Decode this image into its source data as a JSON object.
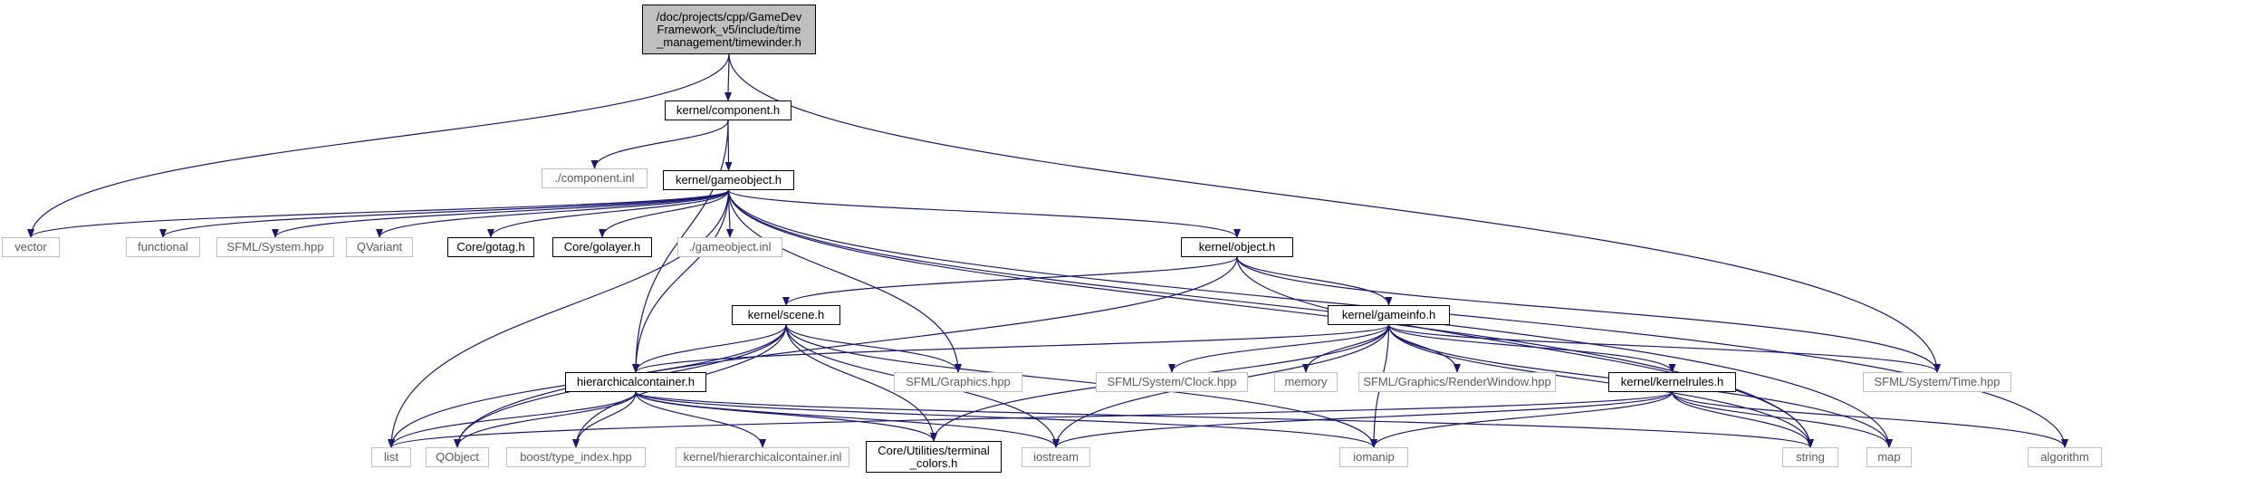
{
  "graph": {
    "edge_color": "#191970",
    "root_fill": "#bfbfbf",
    "external_border": "#bfbfbf",
    "nodes": {
      "root": {
        "label": "/doc/projects/cpp/GameDev\nFramework_v5/include/time\n_management/timewinder.h",
        "kind": "root"
      },
      "component_h": {
        "label": "kernel/component.h",
        "kind": "linked"
      },
      "component_inl": {
        "label": "./component.inl",
        "kind": "external"
      },
      "gameobject_h": {
        "label": "kernel/gameobject.h",
        "kind": "linked"
      },
      "vector": {
        "label": "vector",
        "kind": "external"
      },
      "functional": {
        "label": "functional",
        "kind": "external"
      },
      "sfml_system": {
        "label": "SFML/System.hpp",
        "kind": "external"
      },
      "qvariant": {
        "label": "QVariant",
        "kind": "external"
      },
      "gotag": {
        "label": "Core/gotag.h",
        "kind": "linked"
      },
      "golayer": {
        "label": "Core/golayer.h",
        "kind": "linked"
      },
      "gameobject_inl": {
        "label": "./gameobject.inl",
        "kind": "external"
      },
      "object_h": {
        "label": "kernel/object.h",
        "kind": "linked"
      },
      "scene_h": {
        "label": "kernel/scene.h",
        "kind": "linked"
      },
      "gameinfo_h": {
        "label": "kernel/gameinfo.h",
        "kind": "linked"
      },
      "sfml_graphics": {
        "label": "SFML/Graphics.hpp",
        "kind": "external"
      },
      "sfml_clock": {
        "label": "SFML/System/Clock.hpp",
        "kind": "external"
      },
      "memory": {
        "label": "memory",
        "kind": "external"
      },
      "renderwindow": {
        "label": "SFML/Graphics/RenderWindow.hpp",
        "kind": "external"
      },
      "sfml_time": {
        "label": "SFML/System/Time.hpp",
        "kind": "external"
      },
      "hierarchical": {
        "label": "hierarchicalcontainer.h",
        "kind": "linked"
      },
      "kernelrules": {
        "label": "kernel/kernelrules.h",
        "kind": "linked"
      },
      "list": {
        "label": "list",
        "kind": "external"
      },
      "qobject": {
        "label": "QObject",
        "kind": "external"
      },
      "boost": {
        "label": "boost/type_index.hpp",
        "kind": "external"
      },
      "hier_inl": {
        "label": "kernel/hierarchicalcontainer.inl",
        "kind": "external"
      },
      "terminal": {
        "label": "Core/Utilities/terminal\n_colors.h",
        "kind": "linked"
      },
      "iostream": {
        "label": "iostream",
        "kind": "external"
      },
      "iomanip": {
        "label": "iomanip",
        "kind": "external"
      },
      "string": {
        "label": "string",
        "kind": "external"
      },
      "map": {
        "label": "map",
        "kind": "external"
      },
      "algorithm": {
        "label": "algorithm",
        "kind": "external"
      }
    },
    "edges": [
      [
        "root",
        "component_h"
      ],
      [
        "root",
        "vector"
      ],
      [
        "root",
        "sfml_time"
      ],
      [
        "component_h",
        "component_inl"
      ],
      [
        "component_h",
        "gameobject_h"
      ],
      [
        "component_h",
        "hierarchical"
      ],
      [
        "gameobject_h",
        "vector"
      ],
      [
        "gameobject_h",
        "functional"
      ],
      [
        "gameobject_h",
        "sfml_system"
      ],
      [
        "gameobject_h",
        "qvariant"
      ],
      [
        "gameobject_h",
        "gotag"
      ],
      [
        "gameobject_h",
        "golayer"
      ],
      [
        "gameobject_h",
        "gameobject_inl"
      ],
      [
        "gameobject_h",
        "object_h"
      ],
      [
        "gameobject_h",
        "list"
      ],
      [
        "gameobject_h",
        "sfml_graphics"
      ],
      [
        "gameobject_h",
        "hierarchical"
      ],
      [
        "gameobject_h",
        "string"
      ],
      [
        "gameobject_h",
        "map"
      ],
      [
        "gameobject_h",
        "algorithm"
      ],
      [
        "object_h",
        "scene_h"
      ],
      [
        "object_h",
        "gameinfo_h"
      ],
      [
        "object_h",
        "qobject"
      ],
      [
        "object_h",
        "sfml_time"
      ],
      [
        "object_h",
        "string"
      ],
      [
        "scene_h",
        "list"
      ],
      [
        "scene_h",
        "qobject"
      ],
      [
        "scene_h",
        "sfml_graphics"
      ],
      [
        "scene_h",
        "hierarchical"
      ],
      [
        "scene_h",
        "boost"
      ],
      [
        "scene_h",
        "terminal"
      ],
      [
        "scene_h",
        "iostream"
      ],
      [
        "scene_h",
        "iomanip"
      ],
      [
        "gameinfo_h",
        "hierarchical"
      ],
      [
        "gameinfo_h",
        "sfml_clock"
      ],
      [
        "gameinfo_h",
        "memory"
      ],
      [
        "gameinfo_h",
        "renderwindow"
      ],
      [
        "gameinfo_h",
        "sfml_time"
      ],
      [
        "gameinfo_h",
        "kernelrules"
      ],
      [
        "gameinfo_h",
        "terminal"
      ],
      [
        "gameinfo_h",
        "iostream"
      ],
      [
        "gameinfo_h",
        "iomanip"
      ],
      [
        "gameinfo_h",
        "string"
      ],
      [
        "gameinfo_h",
        "map"
      ],
      [
        "hierarchical",
        "list"
      ],
      [
        "hierarchical",
        "qobject"
      ],
      [
        "hierarchical",
        "boost"
      ],
      [
        "hierarchical",
        "hier_inl"
      ],
      [
        "hierarchical",
        "terminal"
      ],
      [
        "hierarchical",
        "iostream"
      ],
      [
        "hierarchical",
        "iomanip"
      ],
      [
        "hierarchical",
        "string"
      ],
      [
        "kernelrules",
        "list"
      ],
      [
        "kernelrules",
        "iostream"
      ],
      [
        "kernelrules",
        "iomanip"
      ],
      [
        "kernelrules",
        "string"
      ],
      [
        "kernelrules",
        "map"
      ],
      [
        "kernelrules",
        "algorithm"
      ]
    ]
  }
}
